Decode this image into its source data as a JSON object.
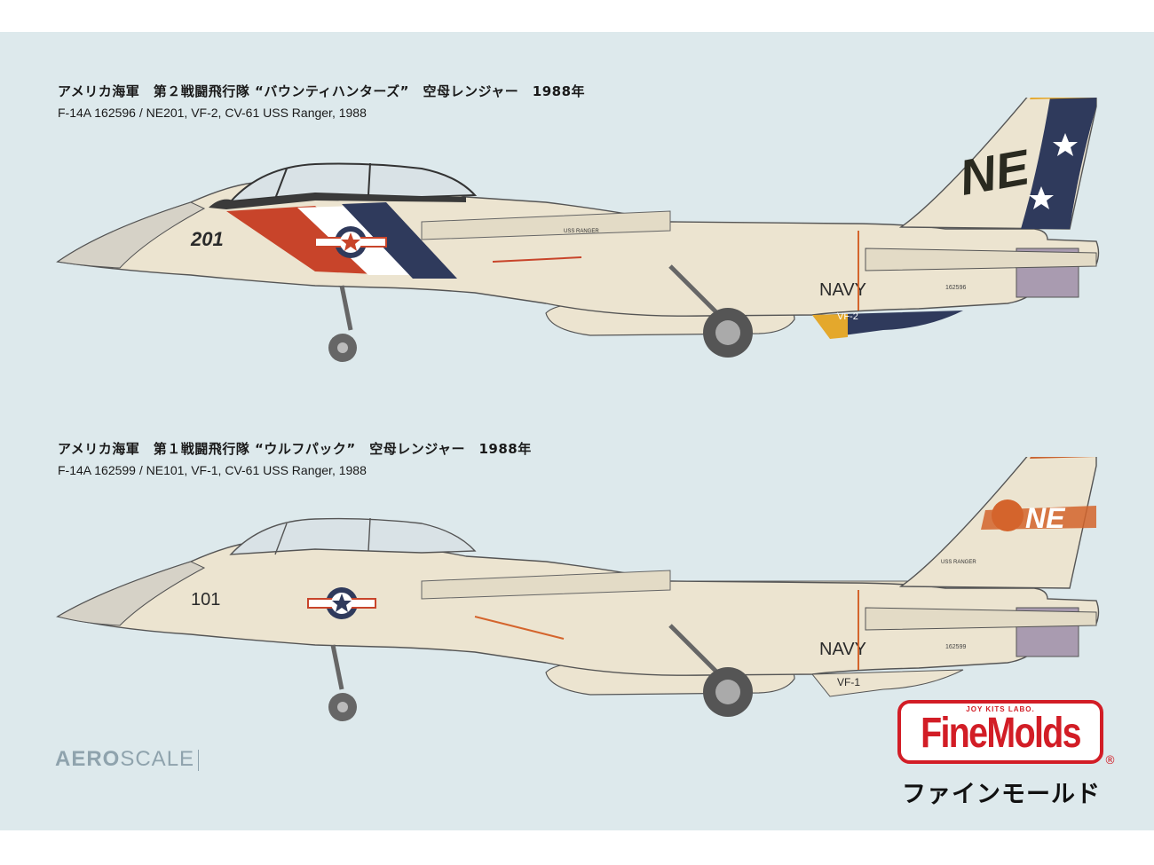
{
  "aircraft": [
    {
      "caption_ja": "アメリカ海軍　第２戦闘飛行隊 “バウンティハンターズ”　空母レンジャー　1988年",
      "caption_en": "F-14A 162596 / NE201, VF-2, CV-61 USS Ranger, 1988",
      "modex": "201",
      "tail_code": "NE",
      "navy_text": "NAVY",
      "squadron": "VF-2",
      "ship_text": "USS RANGER",
      "bureau_no": "162596"
    },
    {
      "caption_ja": "アメリカ海軍　第１戦闘飛行隊 “ウルフパック”　空母レンジャー　1988年",
      "caption_en": "F-14A 162599 / NE101, VF-1, CV-61 USS Ranger, 1988",
      "modex": "101",
      "tail_code": "NE",
      "navy_text": "NAVY",
      "squadron": "VF-1",
      "ship_text": "USS RANGER",
      "bureau_no": "162599"
    }
  ],
  "colors": {
    "background": "#dde9ec",
    "airframe": "#ece4d0",
    "vf2_blue": "#2f3a5c",
    "vf2_gold": "#e4a82c",
    "vf2_red": "#c8442a",
    "vf1_orange": "#d4642c",
    "brand_red": "#d21d26"
  },
  "watermark": {
    "bold": "AERO",
    "rest": "SCALE"
  },
  "brand": {
    "tagline": "JOY KITS LABO.",
    "logo": "FineMolds",
    "kana": "ファインモールド"
  }
}
